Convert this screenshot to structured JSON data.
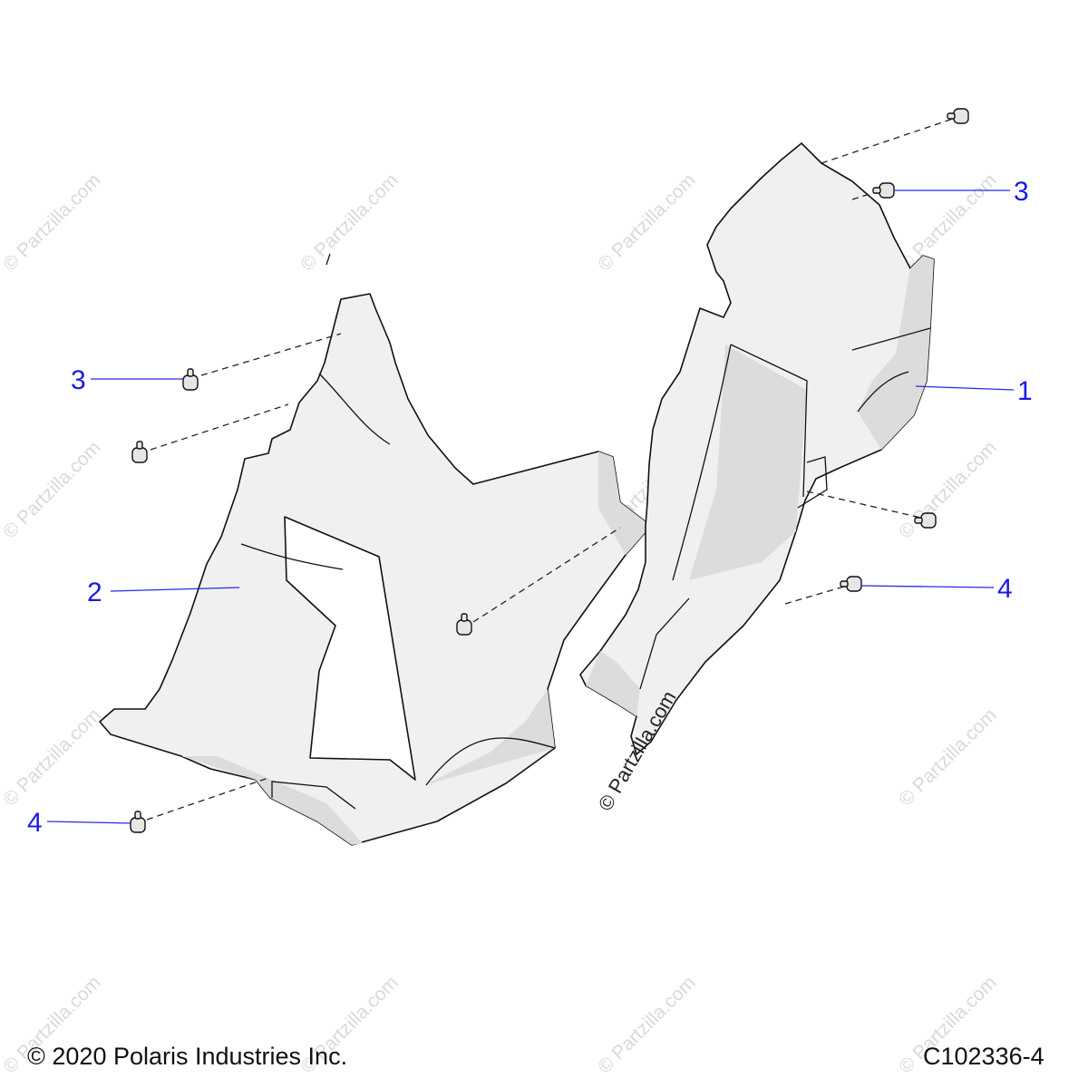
{
  "watermark": {
    "text": "© Partzilla.com",
    "center_text": "© Partzilla.com"
  },
  "callouts": {
    "c1": "1",
    "c2": "2",
    "c3_left": "3",
    "c3_right": "3",
    "c4_left": "4",
    "c4_right": "4"
  },
  "footer": {
    "copyright": "© 2020 Polaris Industries Inc.",
    "figure_id": "C102336-4"
  }
}
